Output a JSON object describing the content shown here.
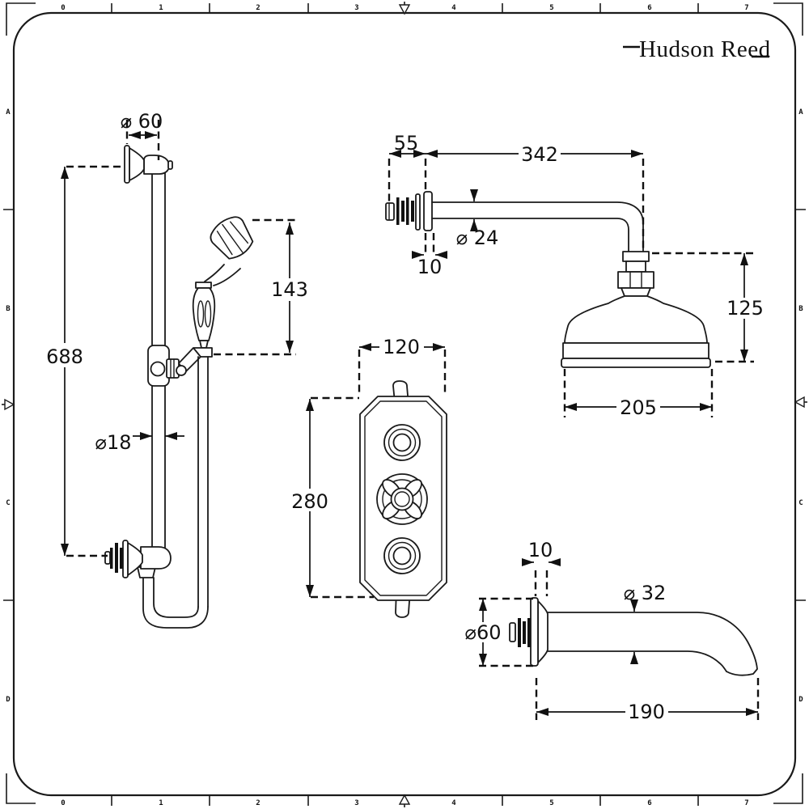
{
  "brand": {
    "name": "Hudson Reed"
  },
  "ruler": {
    "h": [
      "0",
      "1",
      "2",
      "3",
      "4",
      "5",
      "6",
      "7"
    ],
    "v": [
      "A",
      "B",
      "C",
      "D"
    ]
  },
  "dims": {
    "rail_flange_d": "⌀ 60",
    "rail_height": "688",
    "handset_height": "143",
    "rail_d": "⌀18",
    "arm_wall": "55",
    "arm_length": "342",
    "arm_d": "⌀ 24",
    "arm_flange_t": "10",
    "head_height": "125",
    "head_d": "205",
    "valve_w": "120",
    "valve_h": "280",
    "spout_flange_t": "10",
    "spout_d": "⌀ 32",
    "spout_flange_d": "⌀60",
    "spout_length": "190"
  },
  "colors": {
    "line": "#1a1a1a",
    "background": "#ffffff"
  }
}
